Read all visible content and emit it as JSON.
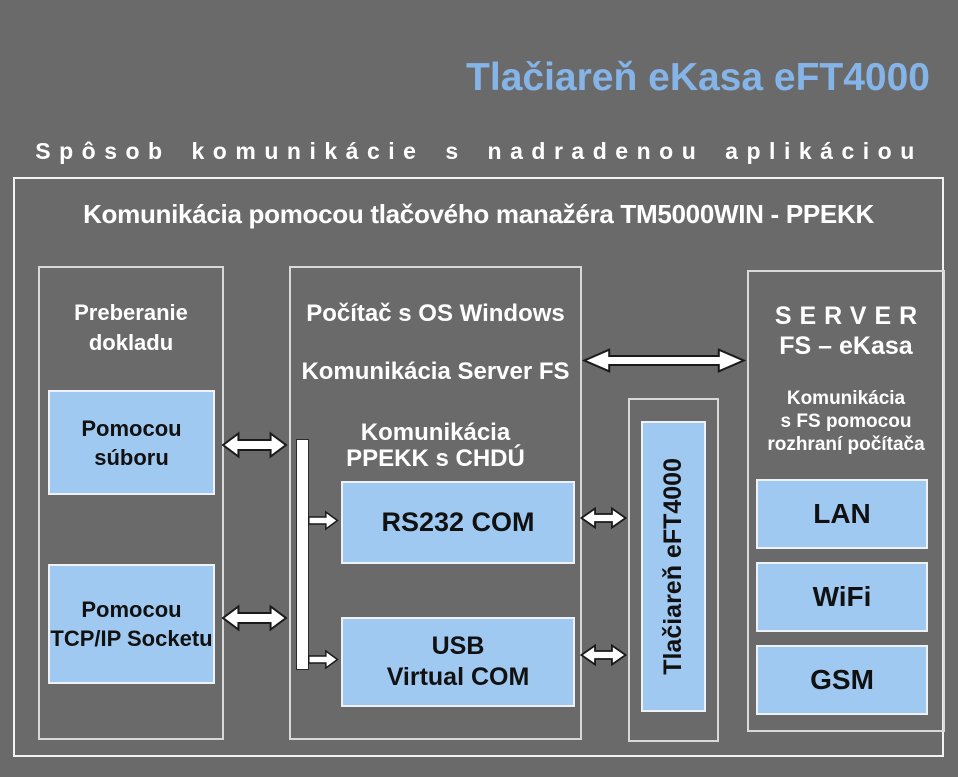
{
  "page": {
    "title": "Tlačiareň eKasa eFT4000",
    "subtitle": "Spôsob komunikácie s nadradenou aplikáciou"
  },
  "colors": {
    "background": "#6a6a6a",
    "title_blue": "#85b5e8",
    "box_blue": "#a0c9f2"
  },
  "diagram": {
    "header": "Komunikácia pomocou tlačového manažéra TM5000WIN - PPEKK",
    "document_panel": {
      "title": "Preberanie dokladu",
      "items": [
        {
          "label": "Pomocou súboru"
        },
        {
          "label": "Pomocou TCP/IP Socketu"
        }
      ]
    },
    "computer_panel": {
      "title": "Počítač s OS Windows",
      "subtitle": "Komunikácia Server FS",
      "section_lines": [
        "Komunikácia",
        "PPEKK s CHDÚ"
      ],
      "ports": [
        {
          "lines": [
            "RS232 COM",
            ""
          ]
        },
        {
          "lines": [
            "USB",
            "Virtual COM"
          ]
        }
      ]
    },
    "printer_panel": {
      "label": "Tlačiareň eFT4000"
    },
    "server_panel": {
      "title": "SERVER",
      "subtitle": "FS – eKasa",
      "description_lines": [
        "Komunikácia",
        "s FS pomocou",
        "rozhraní počítača"
      ],
      "interfaces": [
        {
          "label": "LAN"
        },
        {
          "label": "WiFi"
        },
        {
          "label": "GSM"
        }
      ]
    }
  }
}
